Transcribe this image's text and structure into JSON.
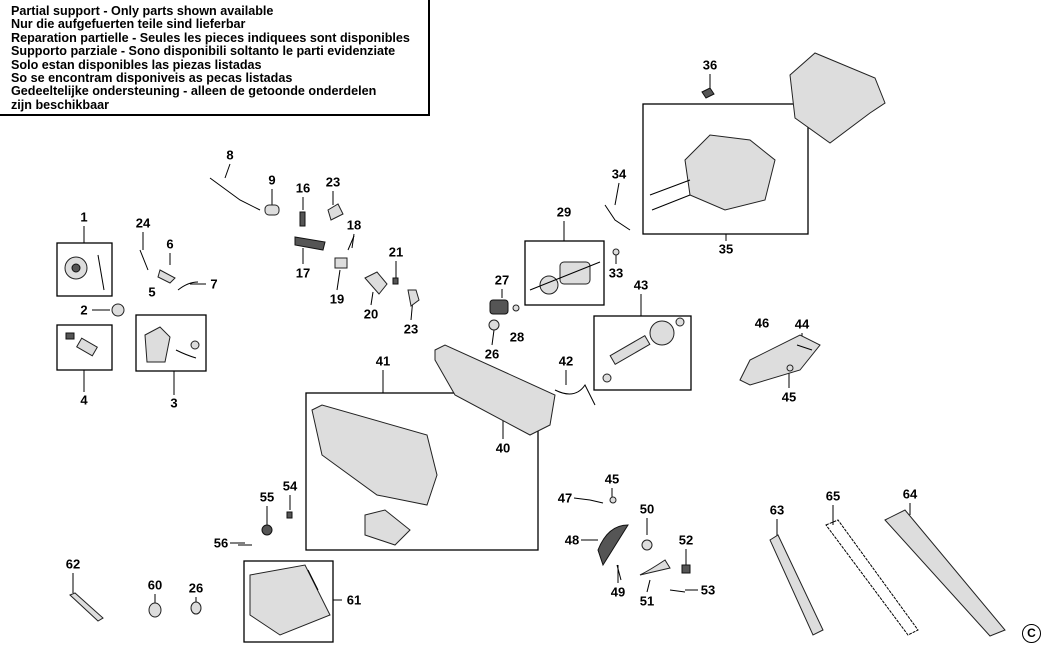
{
  "notice": [
    "Partial support - Only parts shown available",
    "Nur die aufgefuerten teile sind lieferbar",
    "Reparation partielle - Seules les pieces indiquees sont disponibles",
    "Supporto parziale - Sono disponibili soltanto le parti evidenziate",
    "Solo estan disponibles las piezas listadas",
    "So se encontram disponiveis as pecas listadas",
    "Gedeeltelijke ondersteuning - alleen de getoonde onderdelen",
    "zijn beschikbaar"
  ],
  "part_numbers": [
    "36",
    "8",
    "9",
    "16",
    "23",
    "1",
    "24",
    "6",
    "18",
    "21",
    "29",
    "34",
    "35",
    "33",
    "27",
    "43",
    "7",
    "5",
    "17",
    "19",
    "20",
    "2",
    "23",
    "46",
    "44",
    "26",
    "28",
    "42",
    "41",
    "4",
    "3",
    "45",
    "40",
    "45",
    "47",
    "55",
    "54",
    "50",
    "48",
    "52",
    "56",
    "63",
    "65",
    "64",
    "62",
    "60",
    "26",
    "49",
    "51",
    "53",
    "61"
  ],
  "copyright": "C"
}
